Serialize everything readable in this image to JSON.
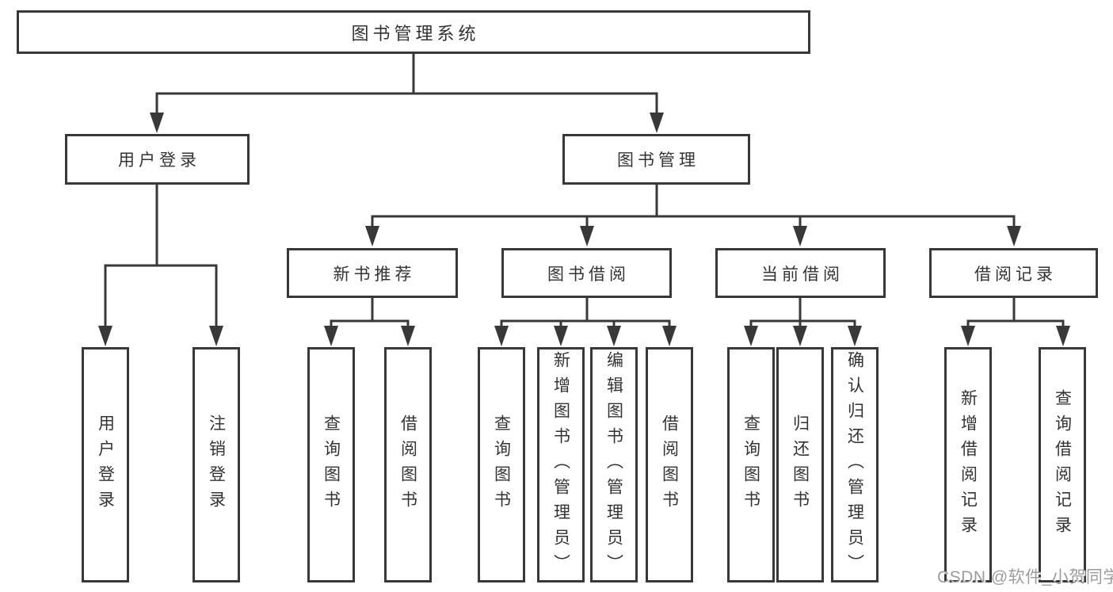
{
  "diagram": {
    "root": {
      "label": "图书管理系统"
    },
    "level2": [
      {
        "id": "user-login",
        "label": "用户登录"
      },
      {
        "id": "book-mgmt",
        "label": "图书管理"
      }
    ],
    "level3": [
      {
        "id": "new-book-rec",
        "label": "新书推荐",
        "parent": "book-mgmt"
      },
      {
        "id": "book-borrow",
        "label": "图书借阅",
        "parent": "book-mgmt"
      },
      {
        "id": "current-borrow",
        "label": "当前借阅",
        "parent": "book-mgmt"
      },
      {
        "id": "borrow-records",
        "label": "借阅记录",
        "parent": "book-mgmt"
      }
    ],
    "leaves": [
      {
        "id": "user-login-leaf",
        "label": "用户登录",
        "parent": "user-login"
      },
      {
        "id": "logout",
        "label": "注销登录",
        "parent": "user-login"
      },
      {
        "id": "query-books-rec",
        "label": "查询图书",
        "parent": "new-book-rec"
      },
      {
        "id": "borrow-books-rec",
        "label": "借阅图书",
        "parent": "new-book-rec"
      },
      {
        "id": "query-books-borrow",
        "label": "查询图书",
        "parent": "book-borrow"
      },
      {
        "id": "add-books-admin",
        "label": "新增图书（管理员）",
        "parent": "book-borrow"
      },
      {
        "id": "edit-books-admin",
        "label": "编辑图书（管理员）",
        "parent": "book-borrow"
      },
      {
        "id": "borrow-books",
        "label": "借阅图书",
        "parent": "book-borrow"
      },
      {
        "id": "query-books-current",
        "label": "查询图书",
        "parent": "current-borrow"
      },
      {
        "id": "return-books",
        "label": "归还图书",
        "parent": "current-borrow"
      },
      {
        "id": "confirm-return-admin",
        "label": "确认归还（管理员）",
        "parent": "current-borrow"
      },
      {
        "id": "add-borrow-record",
        "label": "新增借阅记录",
        "parent": "borrow-records"
      },
      {
        "id": "query-borrow-record",
        "label": "查询借阅记录",
        "parent": "borrow-records"
      }
    ],
    "watermark": "CSDN @软件_小贺同学",
    "colors": {
      "line": "#383838",
      "text": "#333333",
      "watermark": "#949494"
    }
  }
}
